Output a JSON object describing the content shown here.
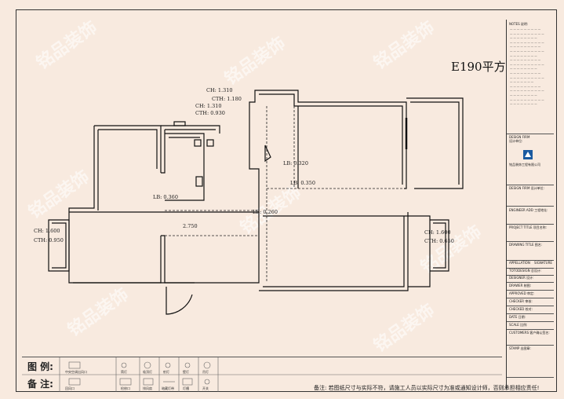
{
  "plan": {
    "title": "E190平方",
    "dims": {
      "ch_top": "CH: 1.310",
      "cth_top": "CTH: 1.180",
      "ch_mid": "CH: 1.310",
      "cth_mid": "CTH: 0.930",
      "lb_kitchen": "LB: 0.360",
      "ceiling_center": "2.750",
      "lb_left": "LB: 0.320",
      "lb_right": "LB: 0.350",
      "lb_center": "LB: 0.260",
      "ch_left": "CH: 1.600",
      "cth_left": "CTH: 0.950",
      "ch_right": "CH: 1.600",
      "cth_right": "CTH: 0.650"
    }
  },
  "titleblock": {
    "notes_heading": "NOTES 说明:",
    "design_firm": "DESIGN FIRM",
    "design_firm_cn": "设计单位:",
    "firm_name": "铭品装饰工程有限公司",
    "design_firm_label": "DESIGN FIRM 设计单位:",
    "engineer_add": "ENGINEER ADD 工程地址:",
    "project_title": "PROJECT TITLE 项目名称:",
    "drawing_title": "DRAWING TITLE 图名:",
    "appellation": "APPELLATION",
    "signature": "SIGNATURE",
    "totodesign": "TOTODESIGN 总设计:",
    "designer": "DESIGNER 设计:",
    "drawer": "DRAWER 制图:",
    "approved": "APPROVED 审定:",
    "checker": "CHECKER 审核:",
    "checked": "CHECKED 校对:",
    "date": "DATE 日期:",
    "scale": "SCALE 比例:",
    "customers": "CUSTOMERS 客户确认签名:",
    "stamp": "STAMP 出图章:"
  },
  "legend": {
    "label_legend": "图 例:",
    "label_notes": "备 注:",
    "items_top": [
      "中央空调出风口",
      "筒灯",
      "吸顶灯",
      "射灯",
      "壁灯",
      "吊灯"
    ],
    "items_bottom": [
      "回风口",
      "检修口",
      "排风扇",
      "暗藏灯带",
      "灯槽",
      "开关"
    ],
    "note_text": "备注: 若图纸尺寸与实际不符，请施工人员以实际尺寸为准或通知设计师，否则承担相应责任!"
  },
  "watermark": "铭品装饰"
}
